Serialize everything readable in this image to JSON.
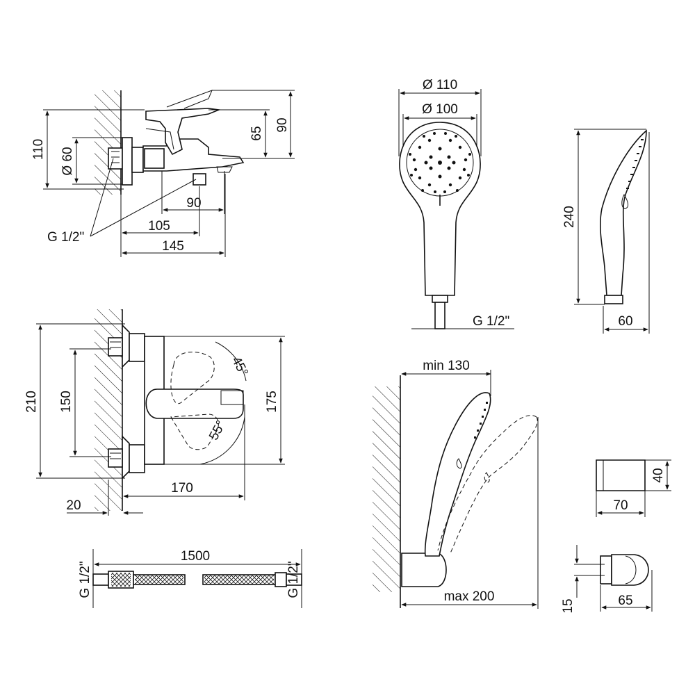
{
  "mixer_side": {
    "height_total": "110",
    "diameter": "Ø 60",
    "height_handle": "90",
    "height_spout": "65",
    "spout_offset": "90",
    "reach_outlet": "105",
    "reach_total": "145",
    "thread": "G 1/2\""
  },
  "mixer_front": {
    "height_total": "210",
    "centers": "150",
    "body_height": "175",
    "projection": "170",
    "wall_gap": "20",
    "angle_up": "45°",
    "angle_down": "55°"
  },
  "hand_shower": {
    "outer_diameter": "Ø 110",
    "face_diameter": "Ø 100",
    "thread": "G 1/2\"",
    "length": "240",
    "depth": "60"
  },
  "holder": {
    "min_reach": "min 130",
    "max_reach": "max 200"
  },
  "hose": {
    "length": "1500",
    "thread_left": "G 1/2\"",
    "thread_right": "G 1/2\""
  },
  "wall_bracket": {
    "height": "40",
    "width": "70"
  },
  "hook": {
    "offset": "15",
    "width": "65"
  }
}
